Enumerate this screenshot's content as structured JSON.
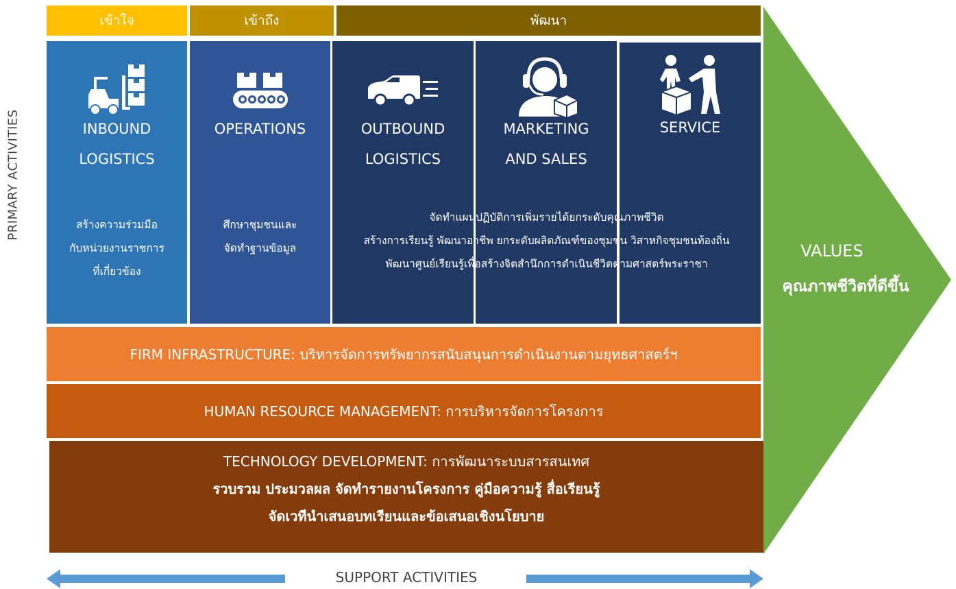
{
  "side_label": "PRIMARY ACTIVITIES",
  "headers": {
    "understand": "เข้าใจ",
    "access": "เข้าถึง",
    "develop": "พัฒนา"
  },
  "columns": {
    "inbound": {
      "title1": "INBOUND",
      "title2": "LOGISTICS",
      "icon": "forklift-icon",
      "desc": [
        "สร้างความร่วมมือ",
        "กับหน่วยงานราชการ",
        "ที่เกี่ยวข้อง"
      ]
    },
    "operations": {
      "title1": "OPERATIONS",
      "icon": "conveyor-icon",
      "desc": [
        "ศึกษาชุมชนและ",
        "จัดทำฐานข้อมูล"
      ]
    },
    "outbound": {
      "title1": "OUTBOUND",
      "title2": "LOGISTICS",
      "icon": "delivery-van-icon"
    },
    "marketing": {
      "title1": "MARKETING",
      "title2": "AND SALES",
      "icon": "customer-support-icon"
    },
    "service": {
      "title1": "SERVICE",
      "icon": "handover-icon"
    }
  },
  "develop_desc": [
    "จัดทำแผนปฏิบัติการเพิ่มรายได้ยกระดับคุณภาพชีวิต",
    "สร้างการเรียนรู้ พัฒนาอาชีพ ยกระดับผลิตภัณฑ์ของชุมชน วิสาหกิจชุมชนท้องถิ่น",
    "พัฒนาศูนย์เรียนรู้เพื่อสร้างจิตสำนึกการดำเนินชีวิตตามศาสตร์พระราชา"
  ],
  "support": {
    "firm": "FIRM INFRASTRUCTURE: บริหารจัดการทรัพยากรสนับสนุนการดำเนินงานตามยุทธศาสตร์ฯ",
    "hrm": "HUMAN RESOURCE MANAGEMENT: การบริหารจัดการโครงการ",
    "tech": [
      "TECHNOLOGY DEVELOPMENT: การพัฒนาระบบสารสนเทศ",
      "รวบรวม ประมวลผล จัดทำรายงานโครงการ คู่มือความรู้ สื่อเรียนรู้",
      "จัดเวทีนำเสนอบทเรียนและข้อเสนอเชิงนโยบาย"
    ]
  },
  "values": {
    "title": "VALUES",
    "subtitle": "คุณภาพชีวิตที่ดีขึ้น"
  },
  "bottom_label": "SUPPORT ACTIVITIES",
  "colors": {
    "understand": "#FFC000",
    "access": "#BF9000",
    "develop": "#7F6000",
    "inbound": "#2E75B6",
    "operations": "#2F5597",
    "navy": "#203864",
    "firm": "#ED7D31",
    "hrm": "#C55A11",
    "tech": "#843C0C",
    "values": "#70AD47",
    "arrow": "#5B9BD5"
  }
}
